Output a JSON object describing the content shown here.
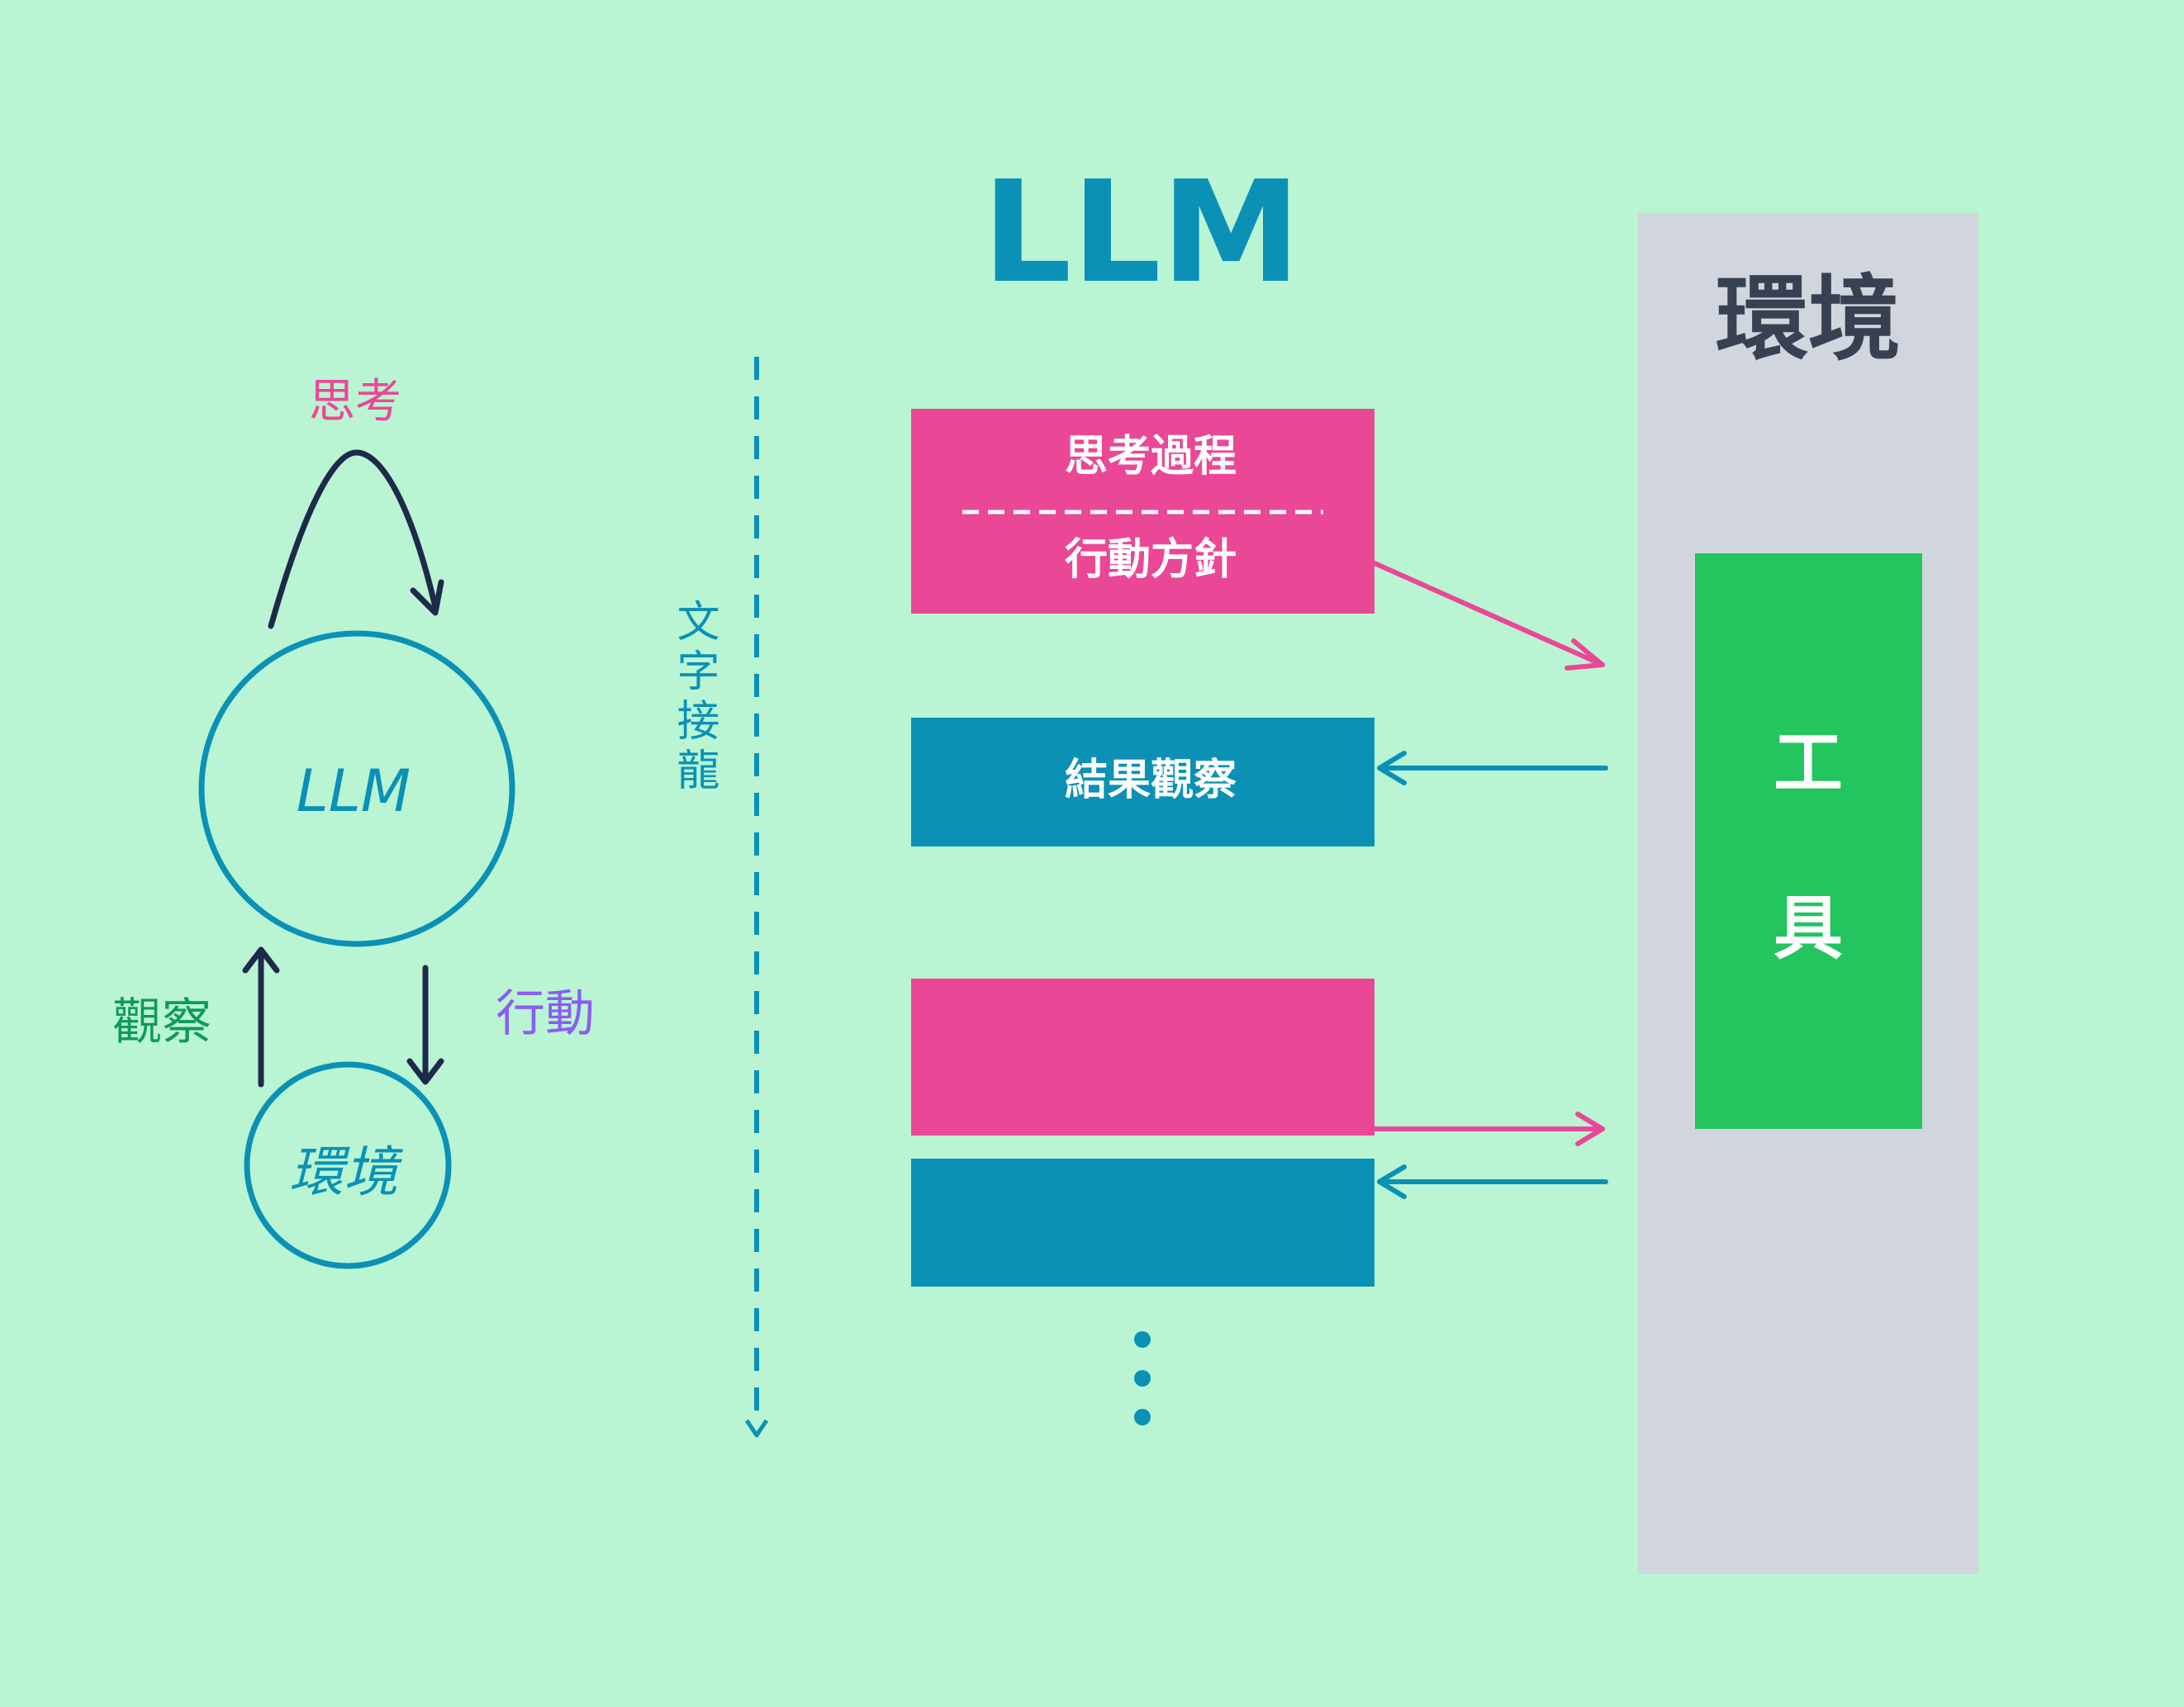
{
  "colors": {
    "background": "#b9f5d3",
    "teal": "#0b91b5",
    "navy": "#1e2a4a",
    "pink": "#ea4896",
    "green_text": "#0e9a5c",
    "purple": "#8b5cf6",
    "gray_panel": "#d1d5dd",
    "tool_green": "#22c55e",
    "env_title": "#374151"
  },
  "cycle": {
    "think_label": "思考",
    "llm_label": "LLM",
    "environment_label": "環境",
    "observe_label": "觀察",
    "act_label": "行動"
  },
  "divider": {
    "label": "文字接龍"
  },
  "llm_column": {
    "title": "LLM",
    "block1": {
      "line1": "思考過程",
      "line2": "行動方針"
    },
    "block2": {
      "label": "結果觀察"
    },
    "ellipsis": "⋮"
  },
  "environment_panel": {
    "title": "環境",
    "tool_label": "工具",
    "tool_chars": [
      "工",
      "具"
    ]
  }
}
